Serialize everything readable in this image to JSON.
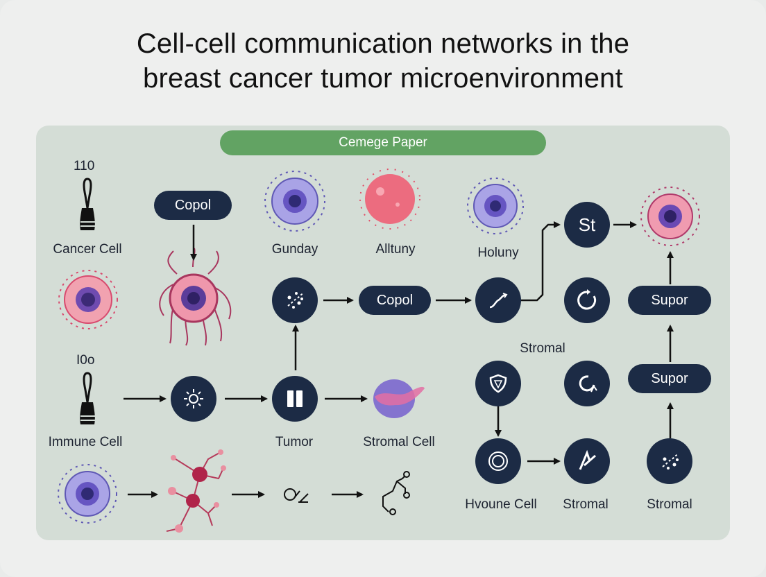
{
  "title": {
    "line1": "Cell-cell communication networks in the",
    "line2": "breast cancer tumor microenvironment"
  },
  "banner": "Cemege Paper",
  "numbers": {
    "top": "110",
    "bottom": "I0o"
  },
  "labels": {
    "cancer_cell": "Cancer Cell",
    "gunday": "Gunday",
    "alltuny": "Alltuny",
    "holuny": "Holuny",
    "immune_cell": "Immune Cell",
    "tumor": "Tumor",
    "stromal_cell": "Stromal Cell",
    "stromal_mid": "Stromal",
    "hvoune_cell": "Hvoune Cell",
    "stromal_a": "Stromal",
    "stromal_b": "Stromal"
  },
  "pills": {
    "copol_top": "Copol",
    "copol_mid": "Copol",
    "supor_top": "Supor",
    "supor_bottom": "Supor"
  },
  "nodes": {
    "st": "St"
  },
  "colors": {
    "node": "#1c2b45",
    "banner": "#62a363",
    "panel": "#d4ddd6",
    "cell_purple": "#8b86d8",
    "cell_pink": "#ec6c7f"
  }
}
